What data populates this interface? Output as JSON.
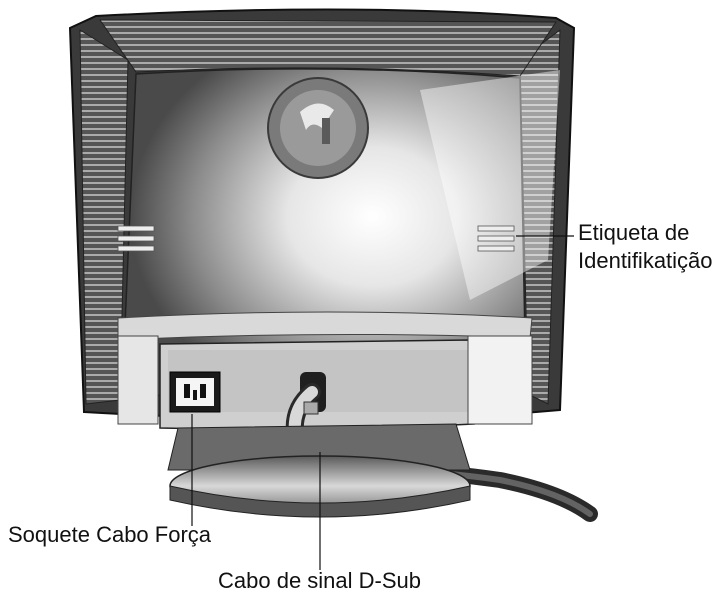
{
  "labels": {
    "id_label_line1": "Etiqueta de",
    "id_label_line2": "Identifikatição",
    "power_socket": "Soquete Cabo Força",
    "signal_cable": "Cabo de sinal D-Sub"
  },
  "icons": [
    "crt-monitor-back",
    "power-socket-icon",
    "signal-cable-icon"
  ],
  "colors": {
    "monitor_body": "#6e6e6e",
    "monitor_dark": "#2a2a2a",
    "highlight": "#f5f5f5",
    "leader_line": "#111111"
  }
}
